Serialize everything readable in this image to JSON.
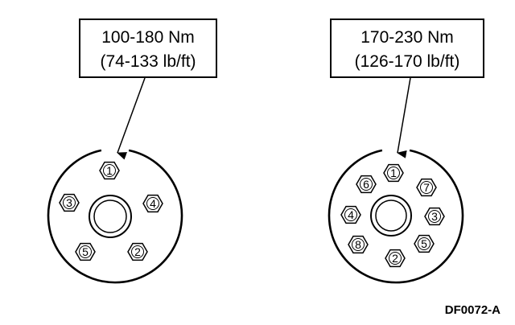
{
  "wheels": [
    {
      "torque_nm": "100-180 Nm",
      "torque_lbft": "(74-133 lb/ft)",
      "nut_order": [
        "1",
        "4",
        "2",
        "5",
        "3"
      ]
    },
    {
      "torque_nm": "170-230 Nm",
      "torque_lbft": "(126-170 lb/ft)",
      "nut_order": [
        "1",
        "7",
        "3",
        "5",
        "2",
        "8",
        "4",
        "6"
      ]
    }
  ],
  "figure_id": "DF0072-A"
}
